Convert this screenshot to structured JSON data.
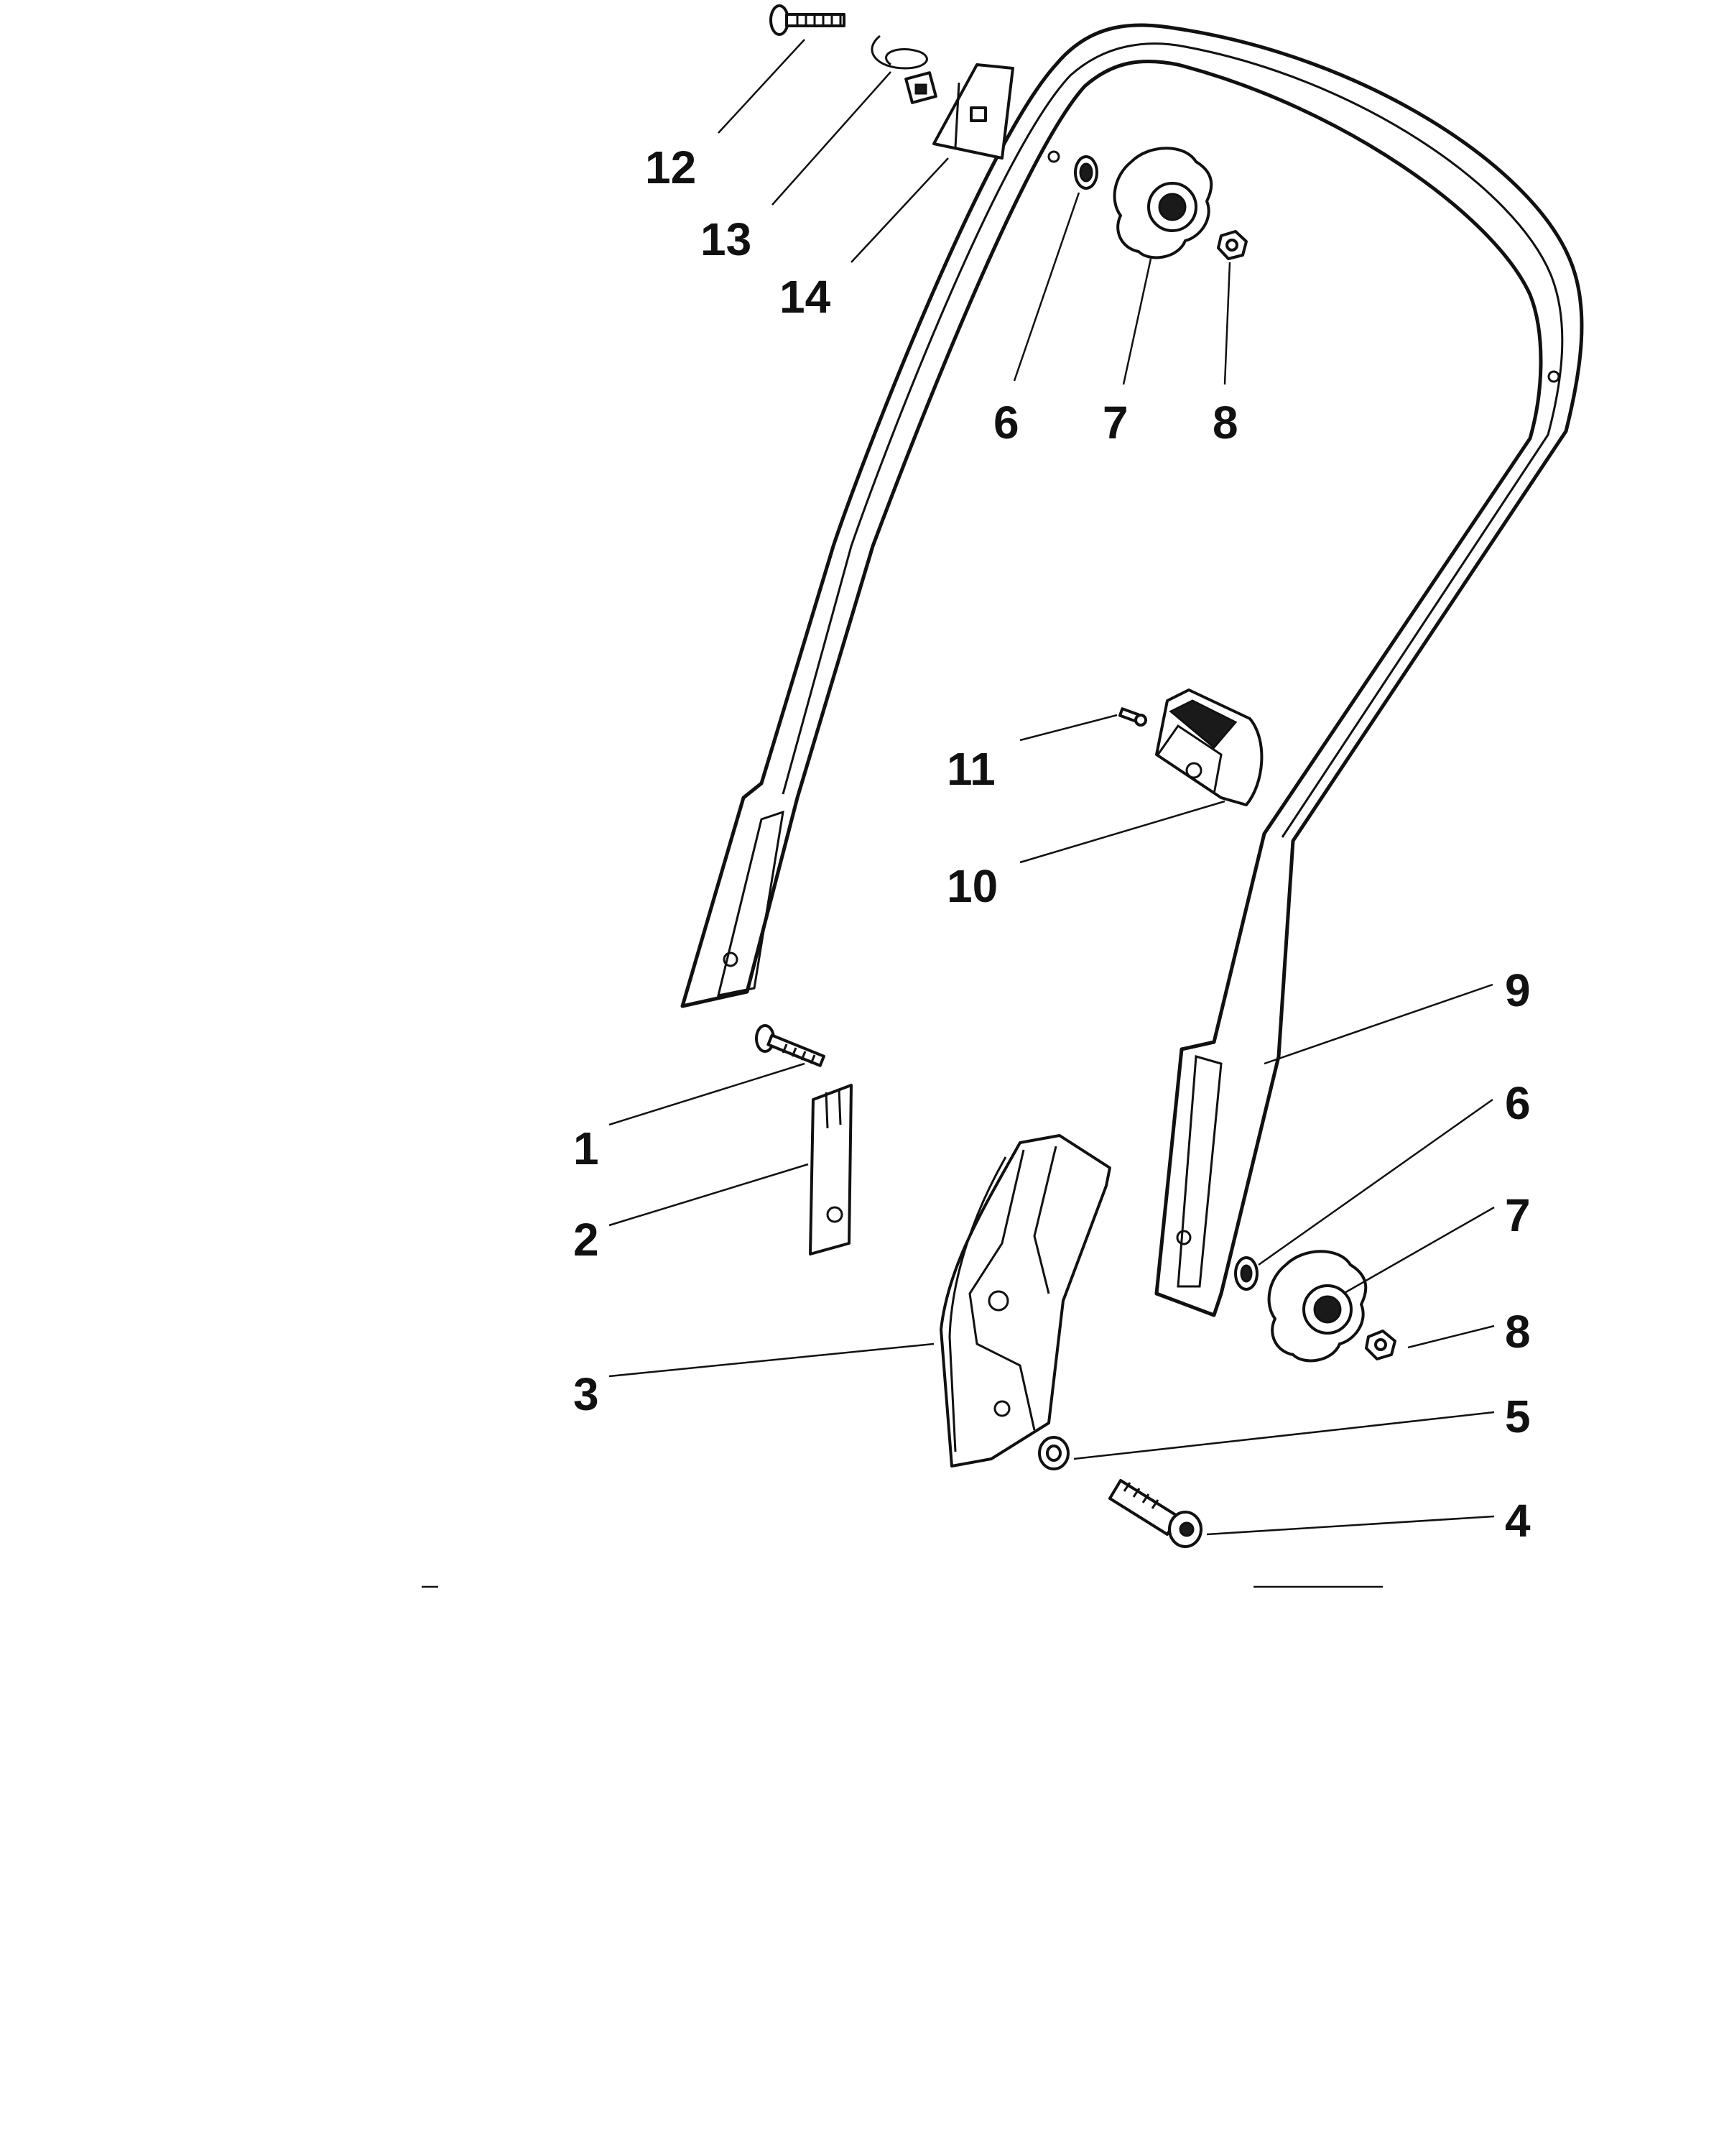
{
  "callouts": [
    {
      "id": "c12",
      "label": "12"
    },
    {
      "id": "c13",
      "label": "13"
    },
    {
      "id": "c14",
      "label": "14"
    },
    {
      "id": "c6a",
      "label": "6"
    },
    {
      "id": "c7a",
      "label": "7"
    },
    {
      "id": "c8a",
      "label": "8"
    },
    {
      "id": "c11",
      "label": "11"
    },
    {
      "id": "c10",
      "label": "10"
    },
    {
      "id": "c9",
      "label": "9"
    },
    {
      "id": "c6b",
      "label": "6"
    },
    {
      "id": "c7b",
      "label": "7"
    },
    {
      "id": "c8b",
      "label": "8"
    },
    {
      "id": "c5",
      "label": "5"
    },
    {
      "id": "c4",
      "label": "4"
    },
    {
      "id": "c1",
      "label": "1"
    },
    {
      "id": "c2",
      "label": "2"
    },
    {
      "id": "c3",
      "label": "3"
    }
  ]
}
